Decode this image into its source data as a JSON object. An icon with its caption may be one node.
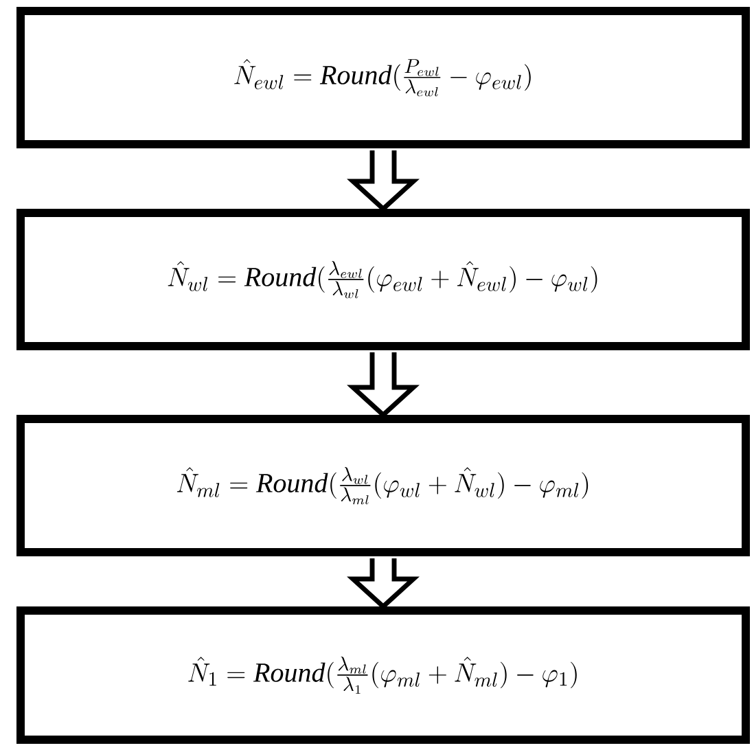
{
  "diagram": {
    "nodes": [
      {
        "text": [
          "\\hat{N}_{ewl}=\\mathit{Round}(\\frac{P_{ewl}}{\\lambda_{ewl}}-\\varphi_{ewl})"
        ]
      },
      {
        "text": [
          "\\hat{N}_{wl}=\\mathit{Round}(\\frac{\\lambda_{ewl}}{\\lambda_{wl}}(\\varphi_{ewl}+\\hat{N}_{ewl})-\\varphi_{wl})"
        ]
      },
      {
        "text": [
          "\\hat{N}_{ml}=\\mathit{Round}(\\frac{\\lambda_{wl}}{\\lambda_{ml}}(\\varphi_{wl}+\\hat{N}_{wl})-\\varphi_{ml})"
        ]
      },
      {
        "text": [
          "\\hat{N}_{1}=\\mathit{Round}(\\frac{\\lambda_{ml}}{\\lambda_{1}}(\\varphi_{ml}+\\hat{N}_{ml})-\\varphi_{1})"
        ]
      }
    ],
    "edges": [
      {
        "from": 0,
        "to": 1,
        "arrow": "to"
      },
      {
        "from": 1,
        "to": 2,
        "arrow": "to"
      },
      {
        "from": 2,
        "to": 3,
        "arrow": "to"
      }
    ]
  }
}
